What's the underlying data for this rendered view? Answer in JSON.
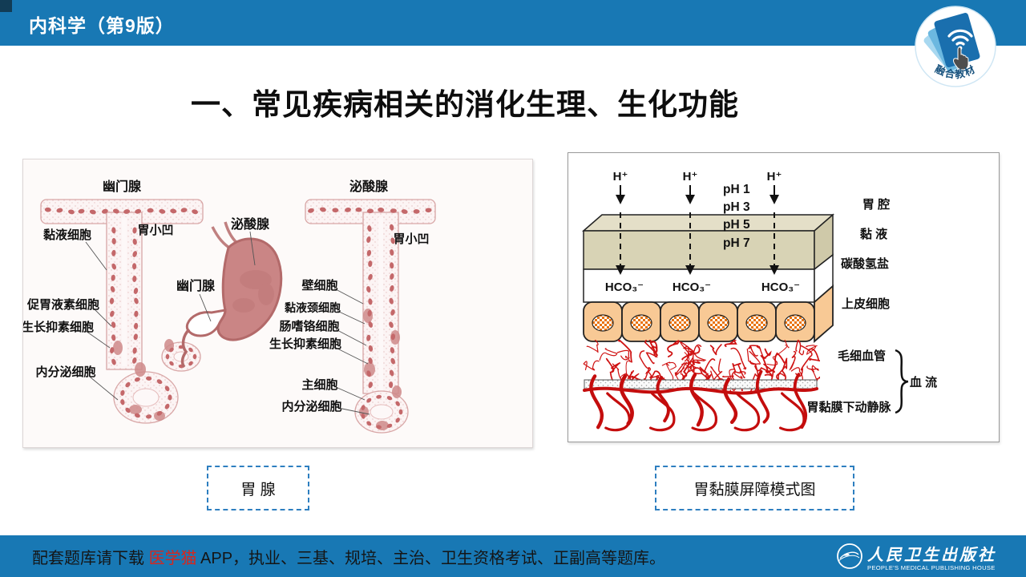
{
  "header": {
    "book_title": "内科学（第9版）",
    "badge_text": "融合教材"
  },
  "page_title": "一、常见疾病相关的消化生理、生化功能",
  "left_figure": {
    "caption": "胃 腺",
    "pyloric_gland_title": "幽门腺",
    "mucous_cell": "黏液细胞",
    "gastric_pit_left": "胃小凹",
    "gastrin_cell": "促胃液素细胞",
    "somatostatin_cell_left": "生长抑素细胞",
    "endocrine_cell_left": "内分泌细胞",
    "stomach_oxyntic_label": "泌酸腺",
    "stomach_pyloric_label": "幽门腺",
    "oxyntic_gland_title": "泌酸腺",
    "gastric_pit_right": "胃小凹",
    "parietal_cell": "壁细胞",
    "mucous_neck_cell": "黏液颈细胞",
    "enterochromaffin_cell": "肠嗜铬细胞",
    "somatostatin_cell_right": "生长抑素细胞",
    "chief_cell": "主细胞",
    "endocrine_cell_right": "内分泌细胞"
  },
  "right_figure": {
    "caption": "胃黏膜屏障模式图",
    "h_ion": "H⁺",
    "ph_levels": [
      "pH 1",
      "pH 3",
      "pH 5",
      "pH 7"
    ],
    "bicarbonate_ion": "HCO₃⁻",
    "stomach_cavity": "胃 腔",
    "mucus_layer": "黏 液",
    "bicarbonate_layer": "碳酸氢盐",
    "epithelial_cells": "上皮细胞",
    "capillaries": "毛细血管",
    "blood_flow": "血 流",
    "submucosal_vessels": "胃黏膜下动静脉"
  },
  "footer": {
    "prefix": "配套题库请下载 ",
    "app_name": "医学猫",
    "suffix": " APP，执业、三基、规培、主治、卫生资格考试、正副高等题库。",
    "publisher_cn": "人民卫生出版社",
    "publisher_en": "PEOPLE'S MEDICAL PUBLISHING HOUSE"
  },
  "colors": {
    "bar_blue": "#1878b4",
    "accent_red": "#d8261c",
    "caption_border_blue": "#2e7fc0",
    "mucus_tan": "#d8d3b5",
    "cell_orange": "#f8c995",
    "capillary_red": "#c40d0d",
    "gland_pink": "#c4686a"
  }
}
